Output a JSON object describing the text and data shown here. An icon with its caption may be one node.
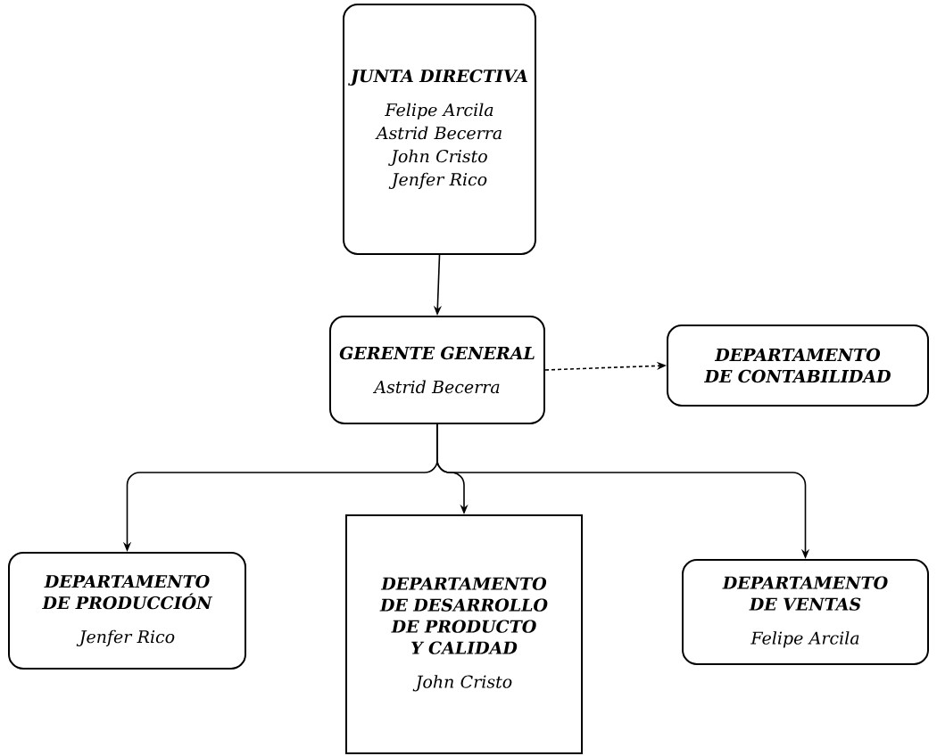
{
  "diagram": {
    "nodes": [
      {
        "text": [
          "JUNTA DIRECTIVA",
          "Felipe Arcila",
          "Astrid Becerra",
          "John Cristo",
          "Jenfer Rico"
        ]
      },
      {
        "text": [
          "GERENTE GENERAL",
          "Astrid Becerra"
        ]
      },
      {
        "text": [
          "DEPARTAMENTO DE CONTABILIDAD"
        ]
      },
      {
        "text": [
          "DEPARTAMENTO DE PRODUCCIÓN",
          "Jenfer Rico"
        ]
      },
      {
        "text": [
          "DEPARTAMENTO DE DESARROLLO DE PRODUCTO Y CALIDAD",
          "John Cristo"
        ]
      },
      {
        "text": [
          "DEPARTAMENTO DE VENTAS",
          "Felipe Arcila"
        ]
      }
    ],
    "edges": [
      {
        "from": 0,
        "to": 1,
        "arrow": "to"
      },
      {
        "from": 1,
        "to": 2,
        "arrow": "to",
        "style": "dashed"
      },
      {
        "from": 1,
        "to": 3,
        "arrow": "to"
      },
      {
        "from": 1,
        "to": 4,
        "arrow": "to"
      },
      {
        "from": 1,
        "to": 5,
        "arrow": "to"
      }
    ]
  }
}
